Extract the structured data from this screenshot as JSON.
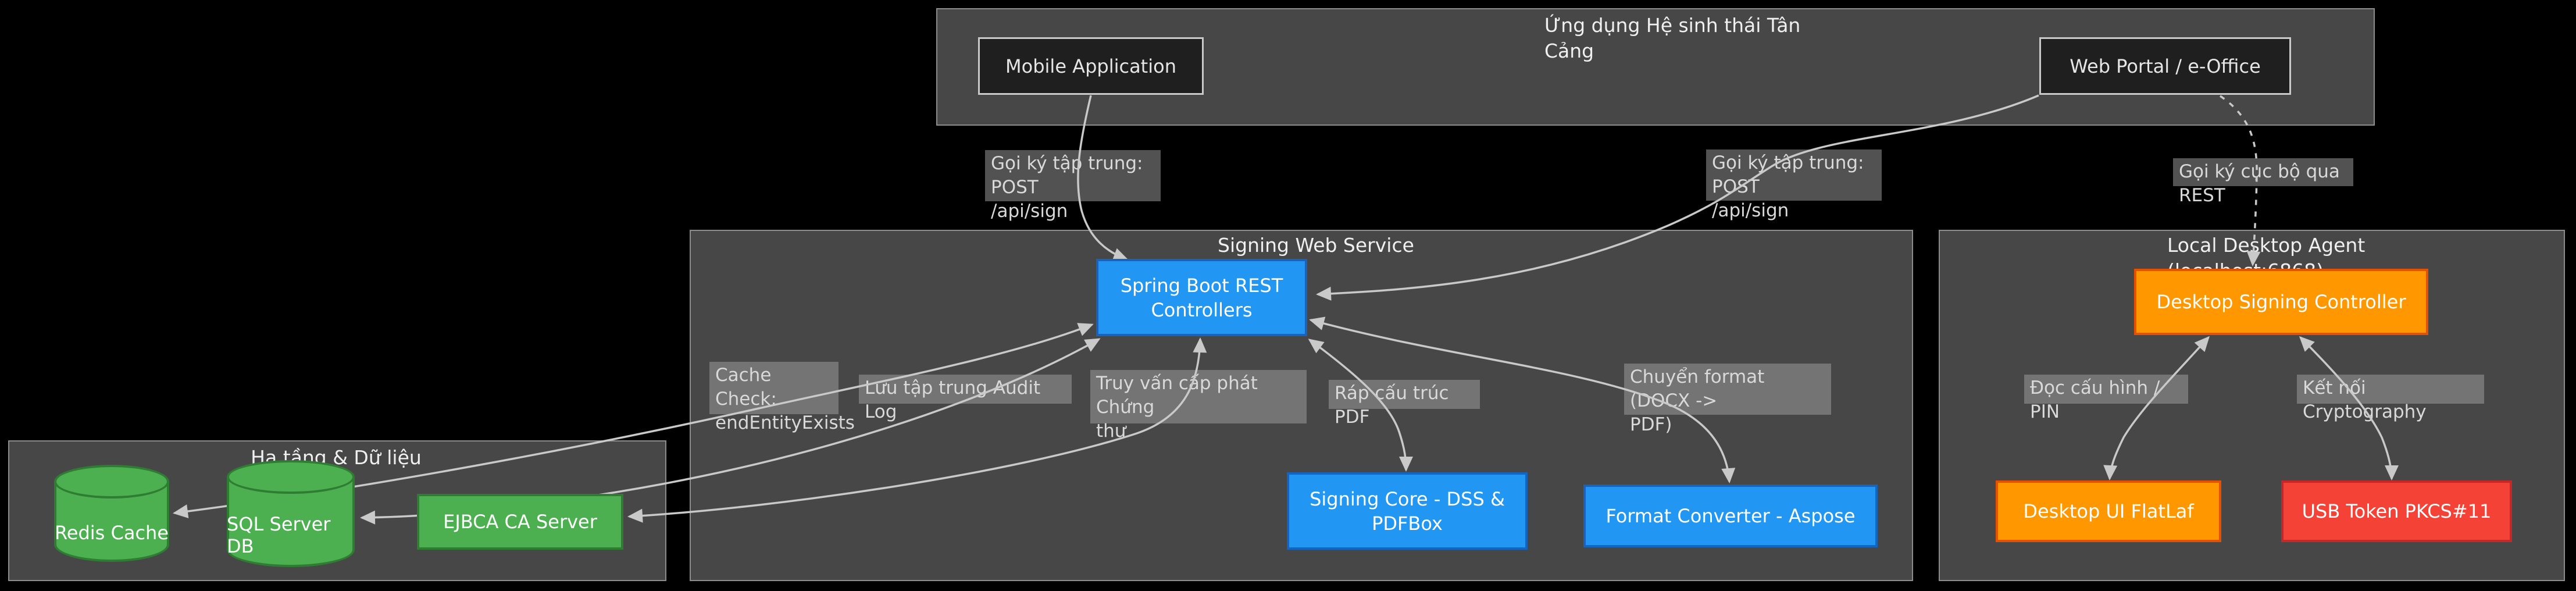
{
  "diagram": {
    "containers": {
      "apps": {
        "title": "Ứng dụng Hệ sinh thái Tân\nCảng"
      },
      "signing": {
        "title": "Signing Web Service\n(Docker)"
      },
      "agent": {
        "title": "Local Desktop Agent\n(localhost:6868)"
      },
      "infra": {
        "title": "Hạ tầng & Dữ liệu"
      }
    },
    "nodes": {
      "mobile": {
        "label": "Mobile Application"
      },
      "webportal": {
        "label": "Web Portal / e-Office"
      },
      "api": {
        "label": "Spring Boot REST\nControllers"
      },
      "core": {
        "label": "Signing Core - DSS &\nPDFBox"
      },
      "converter": {
        "label": "Format Converter - Aspose"
      },
      "controller": {
        "label": "Desktop Signing Controller"
      },
      "ui": {
        "label": "Desktop UI FlatLaf"
      },
      "token": {
        "label": "USB Token PKCS#11"
      },
      "redis": {
        "label": "Redis Cache"
      },
      "sql": {
        "label": "SQL Server DB"
      },
      "ejbca": {
        "label": "EJBCA CA Server"
      }
    },
    "edge_labels": {
      "central_sign_mobile": "Gọi ký tập trung: POST\n/api/sign",
      "central_sign_web": "Gọi ký tập trung: POST\n/api/sign",
      "local_sign": "Gọi ký cục bộ qua REST",
      "cache_check": "Cache Check:\nendEntityExists",
      "audit_log": "Lưu tập trung Audit Log",
      "cert_query": "Truy vấn cấp phát Chứng\nthư",
      "pdf_build": "Ráp cấu trúc PDF",
      "format_convert": "Chuyển format (DOCX ->\nPDF)",
      "read_config": "Đọc cấu hình / PIN",
      "crypto_connect": "Kết nối Cryptography"
    },
    "colors": {
      "background": "#000000",
      "container_fill": "#474747",
      "container_border": "#8c8c8c",
      "node_dark_fill": "#1f1f1f",
      "node_dark_border": "#c9c9c9",
      "blue_fill": "#2196f3",
      "blue_border": "#1565c0",
      "orange_fill": "#ff9800",
      "orange_border": "#e65100",
      "red_fill": "#f44336",
      "red_border": "#c62828",
      "green_fill": "#4caf50",
      "green_border": "#2e7d32",
      "edge": "#c9c9c9",
      "edge_label_bg": "#5e5e5e",
      "text_light": "#e8e8e8"
    }
  }
}
